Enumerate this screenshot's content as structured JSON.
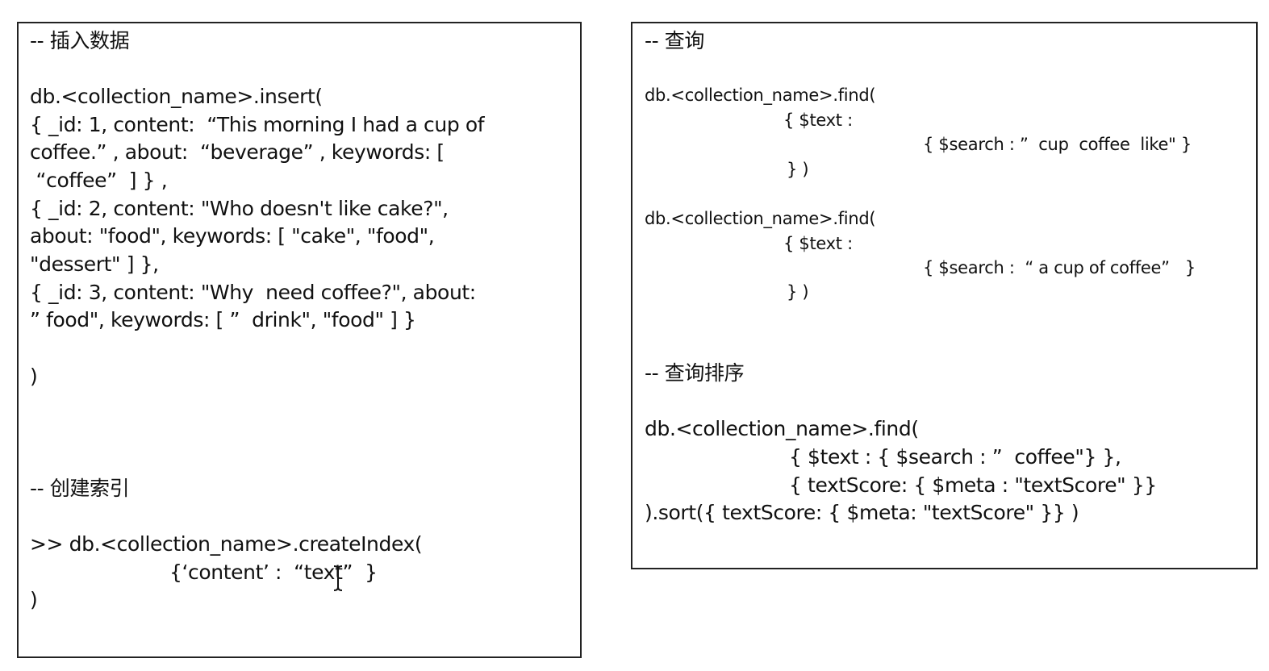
{
  "left_panel": {
    "insert_heading": "-- 插入数据",
    "insert_lines": [
      "db.<collection_name>.insert(",
      "{ _id: 1, content:  “This morning I had a cup of",
      "coffee.” , about:  “beverage” , keywords: [",
      " “coffee”  ] } ,",
      "{ _id: 2, content: \"Who doesn't like cake?\",",
      "about: \"food\", keywords: [ \"cake\", \"food\",",
      "\"dessert\" ] },",
      "{ _id: 3, content: \"Why  need coffee?\", about:",
      "” food\", keywords: [ ”  drink\", \"food\" ] }",
      ")"
    ],
    "index_heading": "-- 创建索引",
    "index_lines": [
      ">> db.<collection_name>.createIndex(",
      "{‘content’ :  “text”  }",
      ")"
    ]
  },
  "right_panel": {
    "query_heading": "-- 查询",
    "query1_lines": [
      "db.<collection_name>.find(",
      "{ $text :",
      "{ $search : ”  cup  coffee  like\" }",
      "} )"
    ],
    "query2_lines": [
      "db.<collection_name>.find(",
      "{ $text :",
      "{ $search :  “ a cup of coffee”   }",
      "} )"
    ],
    "sort_heading": "-- 查询排序",
    "sort_lines": [
      "db.<collection_name>.find(",
      "{ $text : { $search : ”  coffee\"} },",
      "{ textScore: { $meta : \"textScore\" }}",
      ").sort({ textScore: { $meta: \"textScore\" }} )"
    ]
  }
}
